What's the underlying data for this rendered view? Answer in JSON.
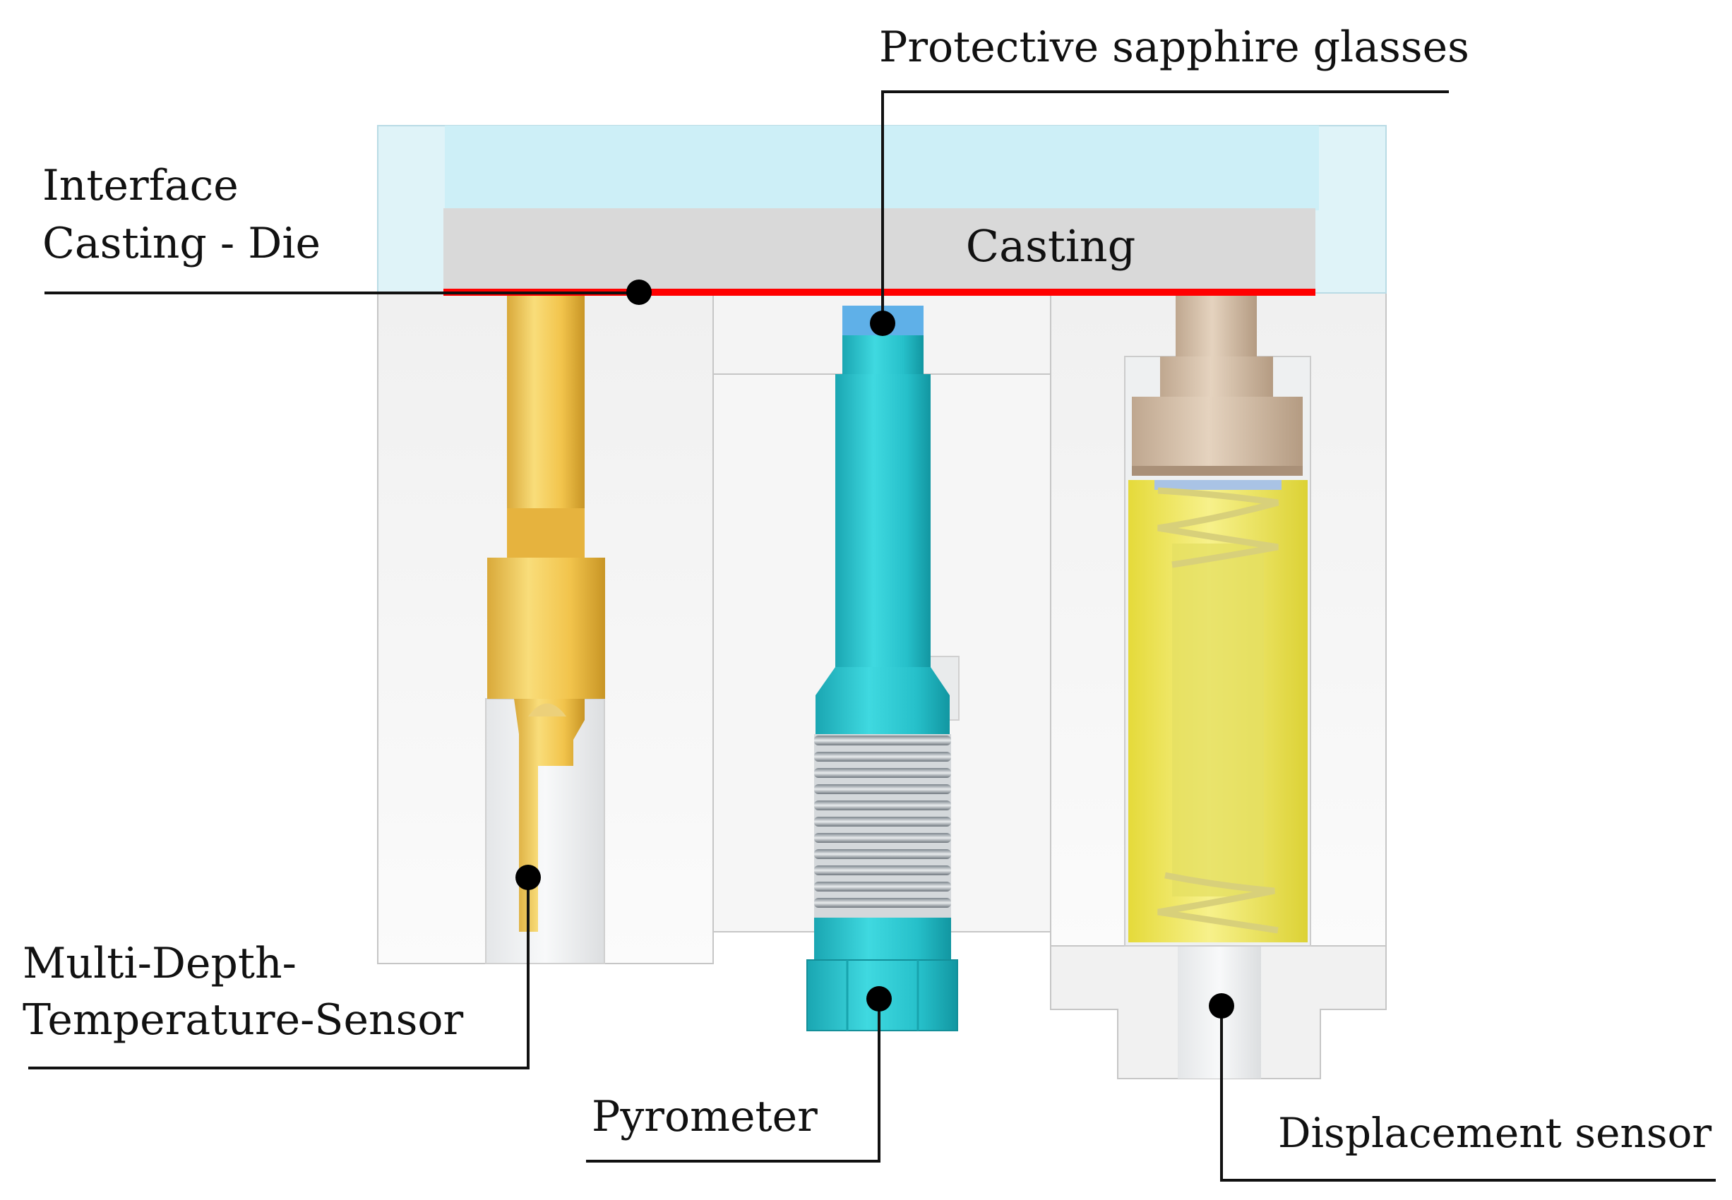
{
  "labels": {
    "protective": "Protective sapphire glasses",
    "interface_line1": "Interface",
    "interface_line2": "Casting - Die",
    "casting": "Casting",
    "mdts_line1": "Multi-Depth-",
    "mdts_line2": "Temperature-Sensor",
    "pyrometer": "Pyrometer",
    "displacement": "Displacement sensor"
  },
  "colors": {
    "interface_line": "#ff0000",
    "casting_block": "#d9d9d9",
    "sapphire_glass": "#dff3f8",
    "die_block": "#f3f3f3",
    "thermocouple": "#f2c84b",
    "pyrometer": "#2fc7cf",
    "thread": "#b0b6bb",
    "spring_cylinder": "#f3ed72",
    "plunger": "#d6bfa7",
    "leader": "#111111"
  },
  "icons": {
    "callout_marker": "filled-circle"
  }
}
